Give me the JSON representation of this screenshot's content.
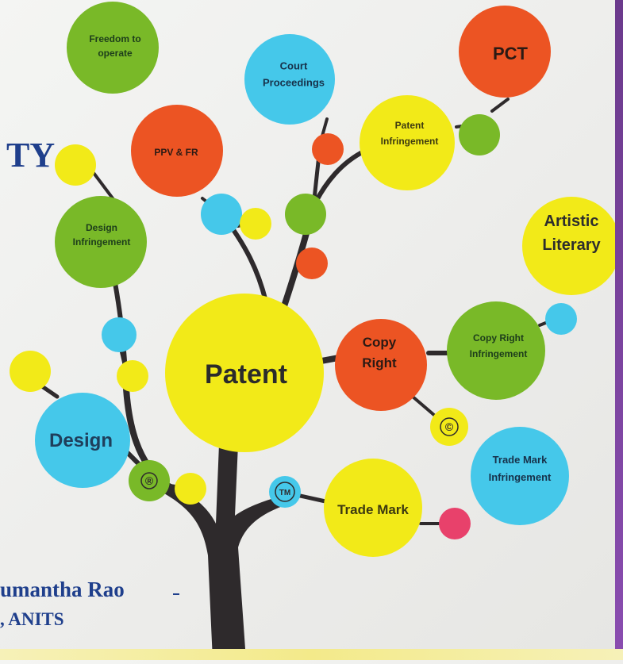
{
  "title_fragment": "TY",
  "author_fragment": "umantha Rao",
  "institution_fragment": ", ANITS",
  "nodes": {
    "freedom": "Freedom to\noperate",
    "court": "Court\nProceedings",
    "pct": "PCT",
    "ppv": "PPV & FR",
    "patent_infringement": "Patent\nInfringement",
    "design_infringement": "Design\nInfringement",
    "artistic": "Artistic\nLiterary",
    "patent": "Patent",
    "copyright": "Copy\nRight",
    "copyright_infringement": "Copy Right\nInfringement",
    "design": "Design",
    "trademark_infringement": "Trade Mark\nInfringement",
    "trademark": "Trade Mark"
  },
  "symbols": {
    "registered": "®",
    "trademark_tm": "TM",
    "copyright_c": "©"
  },
  "colors": {
    "green": "#79b928",
    "blue": "#45c8ea",
    "orange": "#ec5423",
    "yellow": "#f2ea18",
    "pink": "#e8416b",
    "trunk": "#2e2a2c"
  }
}
